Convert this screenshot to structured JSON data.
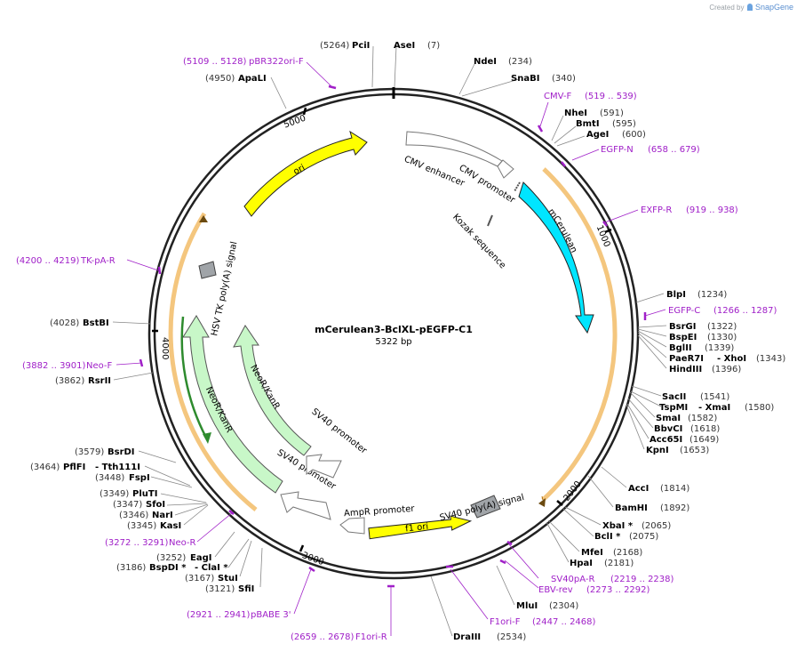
{
  "credit": {
    "prefix": "Created by",
    "brand": "SnapGene"
  },
  "plasmid": {
    "name": "mCerulean3-BclXL-pEGFP-C1",
    "size": "5322 bp",
    "length": 5322
  },
  "colors": {
    "backbone": "#222222",
    "enzyme_text": "#000000",
    "position_text": "#333333",
    "primer": "#a020c8",
    "cyan_feature": "#00e5ff",
    "yellow_feature": "#ffff00",
    "green_feature": "#c8f7c8",
    "orange_band": "#f0b040",
    "dark_green_arrow": "#2e8b2e",
    "grey_box": "#a0a4a8"
  },
  "enzymes": [
    {
      "id": "pcii",
      "name": "PciI",
      "pos": "(5264)",
      "side": "left"
    },
    {
      "id": "asei",
      "name": "AseI",
      "pos": "(7)",
      "side": "right"
    },
    {
      "id": "ndei",
      "name": "NdeI",
      "pos": "(234)",
      "side": "right"
    },
    {
      "id": "snabi",
      "name": "SnaBI",
      "pos": "(340)",
      "side": "right"
    },
    {
      "id": "nhei",
      "name": "NheI",
      "pos": "(591)",
      "side": "right"
    },
    {
      "id": "bmti",
      "name": "BmtI",
      "pos": "(595)",
      "side": "right"
    },
    {
      "id": "agei",
      "name": "AgeI",
      "pos": "(600)",
      "side": "right"
    },
    {
      "id": "blpi",
      "name": "BlpI",
      "pos": "(1234)",
      "side": "right"
    },
    {
      "id": "bsrgi",
      "name": "BsrGI",
      "pos": "(1322)",
      "side": "right"
    },
    {
      "id": "bspei",
      "name": "BspEI",
      "pos": "(1330)",
      "side": "right"
    },
    {
      "id": "bglii",
      "name": "BglII",
      "pos": "(1339)",
      "side": "right"
    },
    {
      "id": "pae",
      "name": "PaeR7I",
      "extra": "- XhoI",
      "pos": "(1343)",
      "side": "right"
    },
    {
      "id": "hindiii",
      "name": "HindIII",
      "pos": "(1396)",
      "side": "right"
    },
    {
      "id": "sacii",
      "name": "SacII",
      "pos": "(1541)",
      "side": "right"
    },
    {
      "id": "tspmi",
      "name": "TspMI",
      "extra": "- XmaI",
      "pos": "(1580)",
      "side": "right"
    },
    {
      "id": "smai",
      "name": "SmaI",
      "pos": "(1582)",
      "side": "right"
    },
    {
      "id": "bbvci",
      "name": "BbvCI",
      "pos": "(1618)",
      "side": "right"
    },
    {
      "id": "acc65i",
      "name": "Acc65I",
      "pos": "(1649)",
      "side": "right"
    },
    {
      "id": "kpni",
      "name": "KpnI",
      "pos": "(1653)",
      "side": "right"
    },
    {
      "id": "acci",
      "name": "AccI",
      "pos": "(1814)",
      "side": "right"
    },
    {
      "id": "bamhi",
      "name": "BamHI",
      "pos": "(1892)",
      "side": "right"
    },
    {
      "id": "xbai",
      "name": "XbaI *",
      "pos": "(2065)",
      "side": "right"
    },
    {
      "id": "bcli",
      "name": "BclI *",
      "pos": "(2075)",
      "side": "right"
    },
    {
      "id": "mfei",
      "name": "MfeI",
      "pos": "(2168)",
      "side": "right"
    },
    {
      "id": "hpai",
      "name": "HpaI",
      "pos": "(2181)",
      "side": "right"
    },
    {
      "id": "mlui",
      "name": "MluI",
      "pos": "(2304)",
      "side": "right"
    },
    {
      "id": "draiii",
      "name": "DraIII",
      "pos": "(2534)",
      "side": "right"
    },
    {
      "id": "sfii",
      "name": "SfiI",
      "pos": "(3121)",
      "side": "left"
    },
    {
      "id": "stui",
      "name": "StuI",
      "pos": "(3167)",
      "side": "left"
    },
    {
      "id": "bspdi",
      "name": "BspDI *",
      "extra": "- ClaI *",
      "pos": "(3186)",
      "side": "left"
    },
    {
      "id": "eagi",
      "name": "EagI",
      "pos": "(3252)",
      "side": "left"
    },
    {
      "id": "kasi",
      "name": "KasI",
      "pos": "(3345)",
      "side": "left"
    },
    {
      "id": "nari",
      "name": "NarI",
      "pos": "(3346)",
      "side": "left"
    },
    {
      "id": "sfoi",
      "name": "SfoI",
      "pos": "(3347)",
      "side": "left"
    },
    {
      "id": "pluti",
      "name": "PluTI",
      "pos": "(3349)",
      "side": "left"
    },
    {
      "id": "fspi",
      "name": "FspI",
      "pos": "(3448)",
      "side": "left"
    },
    {
      "id": "pflfi",
      "name": "PflFI",
      "extra": "- Tth111I",
      "pos": "(3464)",
      "side": "left"
    },
    {
      "id": "bsrdi",
      "name": "BsrDI",
      "pos": "(3579)",
      "side": "left"
    },
    {
      "id": "rsrii",
      "name": "RsrII",
      "pos": "(3862)",
      "side": "left"
    },
    {
      "id": "bstbi",
      "name": "BstBI",
      "pos": "(4028)",
      "side": "left"
    },
    {
      "id": "apali",
      "name": "ApaLI",
      "pos": "(4950)",
      "side": "left"
    }
  ],
  "primers": [
    {
      "id": "pbr322ori-f",
      "name": "pBR322ori-F",
      "range": "(5109 .. 5128)",
      "side": "left"
    },
    {
      "id": "cmv-f",
      "name": "CMV-F",
      "range": "(519 .. 539)",
      "side": "right"
    },
    {
      "id": "egfp-n",
      "name": "EGFP-N",
      "range": "(658 .. 679)",
      "side": "right"
    },
    {
      "id": "exfp-r",
      "name": "EXFP-R",
      "range": "(919 .. 938)",
      "side": "right"
    },
    {
      "id": "egfp-c",
      "name": "EGFP-C",
      "range": "(1266 .. 1287)",
      "side": "right"
    },
    {
      "id": "sv40pa-r",
      "name": "SV40pA-R",
      "range": "(2219 .. 2238)",
      "side": "right"
    },
    {
      "id": "ebv-rev",
      "name": "EBV-rev",
      "range": "(2273 .. 2292)",
      "side": "right"
    },
    {
      "id": "f1ori-f",
      "name": "F1ori-F",
      "range": "(2447 .. 2468)",
      "side": "right"
    },
    {
      "id": "f1ori-r",
      "name": "F1ori-R",
      "range": "(2659 .. 2678)",
      "side": "left"
    },
    {
      "id": "pbabe3",
      "name": "pBABE 3'",
      "range": "(2921 .. 2941)",
      "side": "left"
    },
    {
      "id": "neo-r",
      "name": "Neo-R",
      "range": "(3272 .. 3291)",
      "side": "left"
    },
    {
      "id": "neo-f",
      "name": "Neo-F",
      "range": "(3882 .. 3901)",
      "side": "left"
    },
    {
      "id": "tk-pa-r",
      "name": "TK-pA-R",
      "range": "(4200 .. 4219)",
      "side": "left"
    }
  ],
  "features": [
    {
      "id": "cmv-enhancer",
      "label": "CMV enhancer"
    },
    {
      "id": "cmv-promoter",
      "label": "CMV promoter"
    },
    {
      "id": "kozak",
      "label": "Kozak sequence"
    },
    {
      "id": "mcerulean",
      "label": "mCerulean"
    },
    {
      "id": "sv40-polya",
      "label": "SV40 poly(A) signal"
    },
    {
      "id": "f1-ori",
      "label": "f1 ori"
    },
    {
      "id": "ampr-promoter",
      "label": "AmpR promoter"
    },
    {
      "id": "sv40-promoter-outer",
      "label": "SV40 promoter"
    },
    {
      "id": "sv40-promoter-inner",
      "label": "SV40 promoter"
    },
    {
      "id": "neor-kanr-outer",
      "label": "NeoR/KanR"
    },
    {
      "id": "neor-kanr-inner",
      "label": "NeoR/KanR"
    },
    {
      "id": "hsv-tk-polya",
      "label": "HSV TK poly(A) signal"
    },
    {
      "id": "ori",
      "label": "ori"
    }
  ],
  "ticks": [
    {
      "id": "t1000",
      "label": "1000"
    },
    {
      "id": "t2000",
      "label": "2000"
    },
    {
      "id": "t3000",
      "label": "3000"
    },
    {
      "id": "t4000",
      "label": "4000"
    },
    {
      "id": "t5000",
      "label": "5000"
    }
  ]
}
